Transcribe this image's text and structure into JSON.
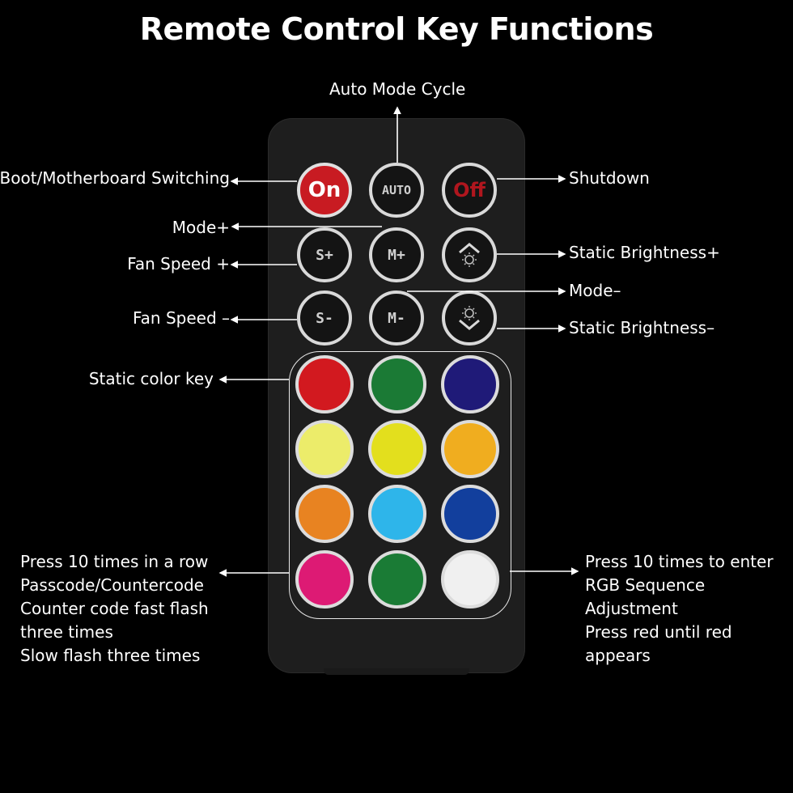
{
  "title": "Remote Control Key Functions",
  "labels": {
    "auto_mode_cycle": "Auto Mode Cycle",
    "boot_switching": "Boot/Motherboard Switching",
    "shutdown": "Shutdown",
    "mode_plus": "Mode+",
    "fan_speed_plus": "Fan Speed +",
    "static_brightness_plus": "Static Brightness+",
    "mode_minus": "Mode–",
    "fan_speed_minus": "Fan Speed –",
    "static_brightness_minus": "Static Brightness–",
    "static_color_key": "Static color key",
    "left_note": [
      "Press 10 times in a row",
      "Passcode/Countercode",
      "Counter code fast flash",
      "three times",
      "Slow flash three times"
    ],
    "right_note": [
      "Press 10 times to enter",
      "RGB Sequence",
      "Adjustment",
      "Press red until red",
      "appears"
    ]
  },
  "buttons": {
    "on": "On",
    "auto": "AUTO",
    "off": "Off",
    "fan_plus": "S+",
    "mode_plus": "M+",
    "fan_minus": "S-",
    "mode_minus": "M-"
  },
  "colors": {
    "swatches": [
      [
        "#d2191f",
        "#1b7a35",
        "#1f1a78"
      ],
      [
        "#ecec6a",
        "#e3df1d",
        "#f0ad1f"
      ],
      [
        "#e88321",
        "#2eb5ea",
        "#123f9d"
      ],
      [
        "#dd1a74",
        "#1a7b35",
        "#f0f0f0"
      ]
    ],
    "on_button": "#c81b22",
    "off_text": "#b0161e"
  },
  "icons": {
    "brightness_up": "brightness-up-icon",
    "brightness_down": "brightness-down-icon"
  }
}
